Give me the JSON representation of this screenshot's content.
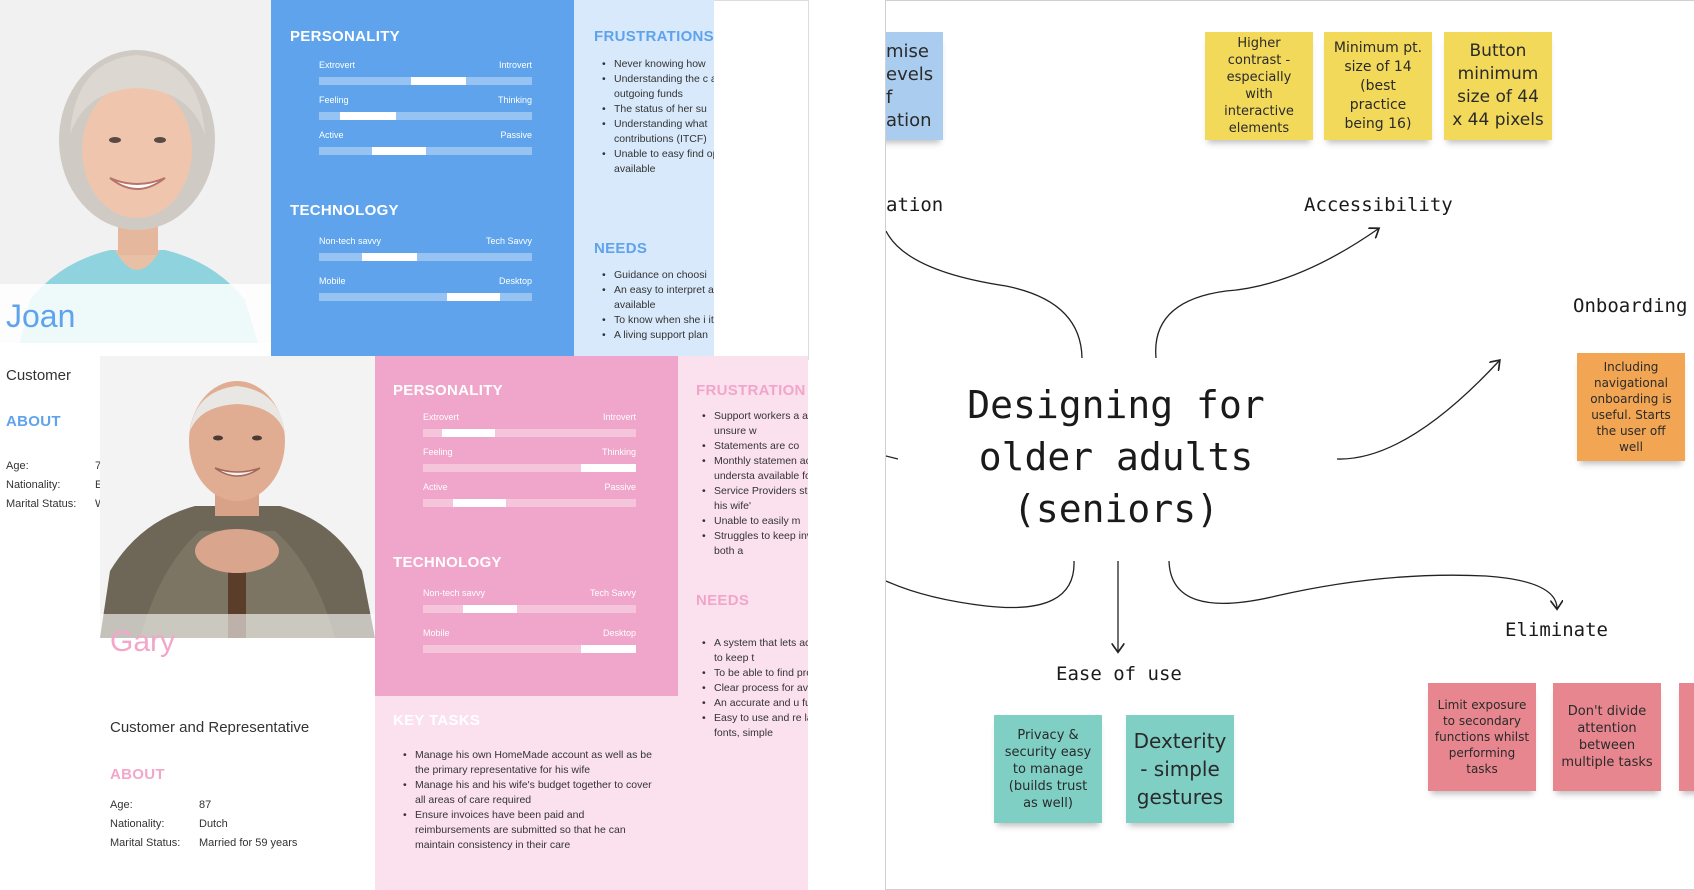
{
  "joan": {
    "name": "Joan",
    "role": "Customer",
    "about_heading": "ABOUT",
    "meta_labels": [
      "Age:",
      "Nationality:",
      "Marital Status:"
    ],
    "meta_values": [
      "7",
      "E",
      "W"
    ],
    "personality": {
      "heading": "PERSONALITY",
      "sliders": [
        {
          "left": "Extrovert",
          "right": "Introvert",
          "start": 0.43,
          "end": 0.69
        },
        {
          "left": "Feeling",
          "right": "Thinking",
          "start": 0.1,
          "end": 0.36
        },
        {
          "left": "Active",
          "right": "Passive",
          "start": 0.25,
          "end": 0.5
        }
      ]
    },
    "technology": {
      "heading": "TECHNOLOGY",
      "sliders": [
        {
          "left": "Non-tech savvy",
          "right": "Tech Savvy",
          "start": 0.2,
          "end": 0.46
        },
        {
          "left": "Mobile",
          "right": "Desktop",
          "start": 0.6,
          "end": 0.85
        }
      ]
    },
    "frustrations": {
      "heading": "FRUSTRATIONS",
      "items": [
        "Never knowing how",
        "Understanding the c and outgoing funds",
        "The status of her su",
        "Understanding what contributions (ITCF)",
        "Unable to easy find options available"
      ]
    },
    "needs": {
      "heading": "NEEDS",
      "items": [
        "Guidance on choosi",
        "An easy to interpret and whats available",
        "To know when she i items",
        "A living support plan"
      ]
    }
  },
  "gary": {
    "name": "Gary",
    "role": "Customer and Representative",
    "about_heading": "ABOUT",
    "meta": [
      {
        "label": "Age:",
        "value": "87"
      },
      {
        "label": "Nationality:",
        "value": "Dutch"
      },
      {
        "label": "Marital Status:",
        "value": "Married for 59 years"
      }
    ],
    "personality": {
      "heading": "PERSONALITY",
      "sliders": [
        {
          "left": "Extrovert",
          "right": "Introvert",
          "start": 0.09,
          "end": 0.34
        },
        {
          "left": "Feeling",
          "right": "Thinking",
          "start": 0.74,
          "end": 1.0
        },
        {
          "left": "Active",
          "right": "Passive",
          "start": 0.14,
          "end": 0.39
        }
      ]
    },
    "technology": {
      "heading": "TECHNOLOGY",
      "sliders": [
        {
          "left": "Non-tech savvy",
          "right": "Tech Savvy",
          "start": 0.19,
          "end": 0.44
        },
        {
          "left": "Mobile",
          "right": "Desktop",
          "start": 0.74,
          "end": 1.0
        }
      ]
    },
    "frustrations": {
      "heading": "FRUSTRATION",
      "items": [
        "Support workers a and he is unsure w",
        "Statements are co",
        "Monthly statemen accurate understa available for him a",
        "Service Providers strain on his wife'",
        "Unable to easily m",
        "Struggles to keep invoices for both a"
      ]
    },
    "needs": {
      "heading": "NEEDS",
      "items": [
        "A system that lets accounts to keep t",
        "To be able to find providers",
        "Clear process for available",
        "An accurate and u funds",
        "Easy to use and re large fonts, simple"
      ]
    },
    "key_tasks": {
      "heading": "KEY TASKS",
      "items": [
        "Manage his own HomeMade account as well as be the primary representative for his wife",
        "Manage his and his wife's budget together to cover all areas of care required",
        "Ensure invoices have been paid and reimbursements are submitted so that he can maintain consistency in their care"
      ]
    }
  },
  "board": {
    "central_topic": [
      "Designing for",
      "older adults",
      "(seniors)"
    ],
    "labels": {
      "left_partial": "ation",
      "accessibility": "Accessibility",
      "onboarding": "Onboarding",
      "eliminate": "Eliminate",
      "ease_of_use": "Ease of use"
    },
    "stickies": {
      "blue_partial": [
        "mise",
        "evels",
        "f",
        "ation"
      ],
      "higher_contrast": "Higher contrast - especially with interactive elements",
      "min_pt_size": "Minimum pt. size of 14 (best practice being 16)",
      "button_min_size": "Button minimum size of 44 x 44 pixels",
      "nav_onboarding": "Including navigational onboarding is useful. Starts the user off well",
      "privacy_security": "Privacy & security easy to manage (builds trust as well)",
      "dexterity": "Dexterity - simple gestures",
      "limit_exposure": "Limit exposure to secondary functions whilst performing tasks",
      "dont_divide": "Don't divide attention between multiple tasks"
    },
    "colors": {
      "yellow": "#f3d95a",
      "orange": "#f2a654",
      "teal": "#7fcfc5",
      "pink": "#e8868f",
      "blue": "#a9ccef"
    }
  },
  "colors": {
    "joan_blue": "#5ea3ec",
    "joan_light_blue": "#d8e9fb",
    "joan_name": "#5ea3ec",
    "gary_pink": "#f0a6ca",
    "gary_light_pink": "#fbe1ee",
    "gary_name": "#f3a7c8"
  }
}
